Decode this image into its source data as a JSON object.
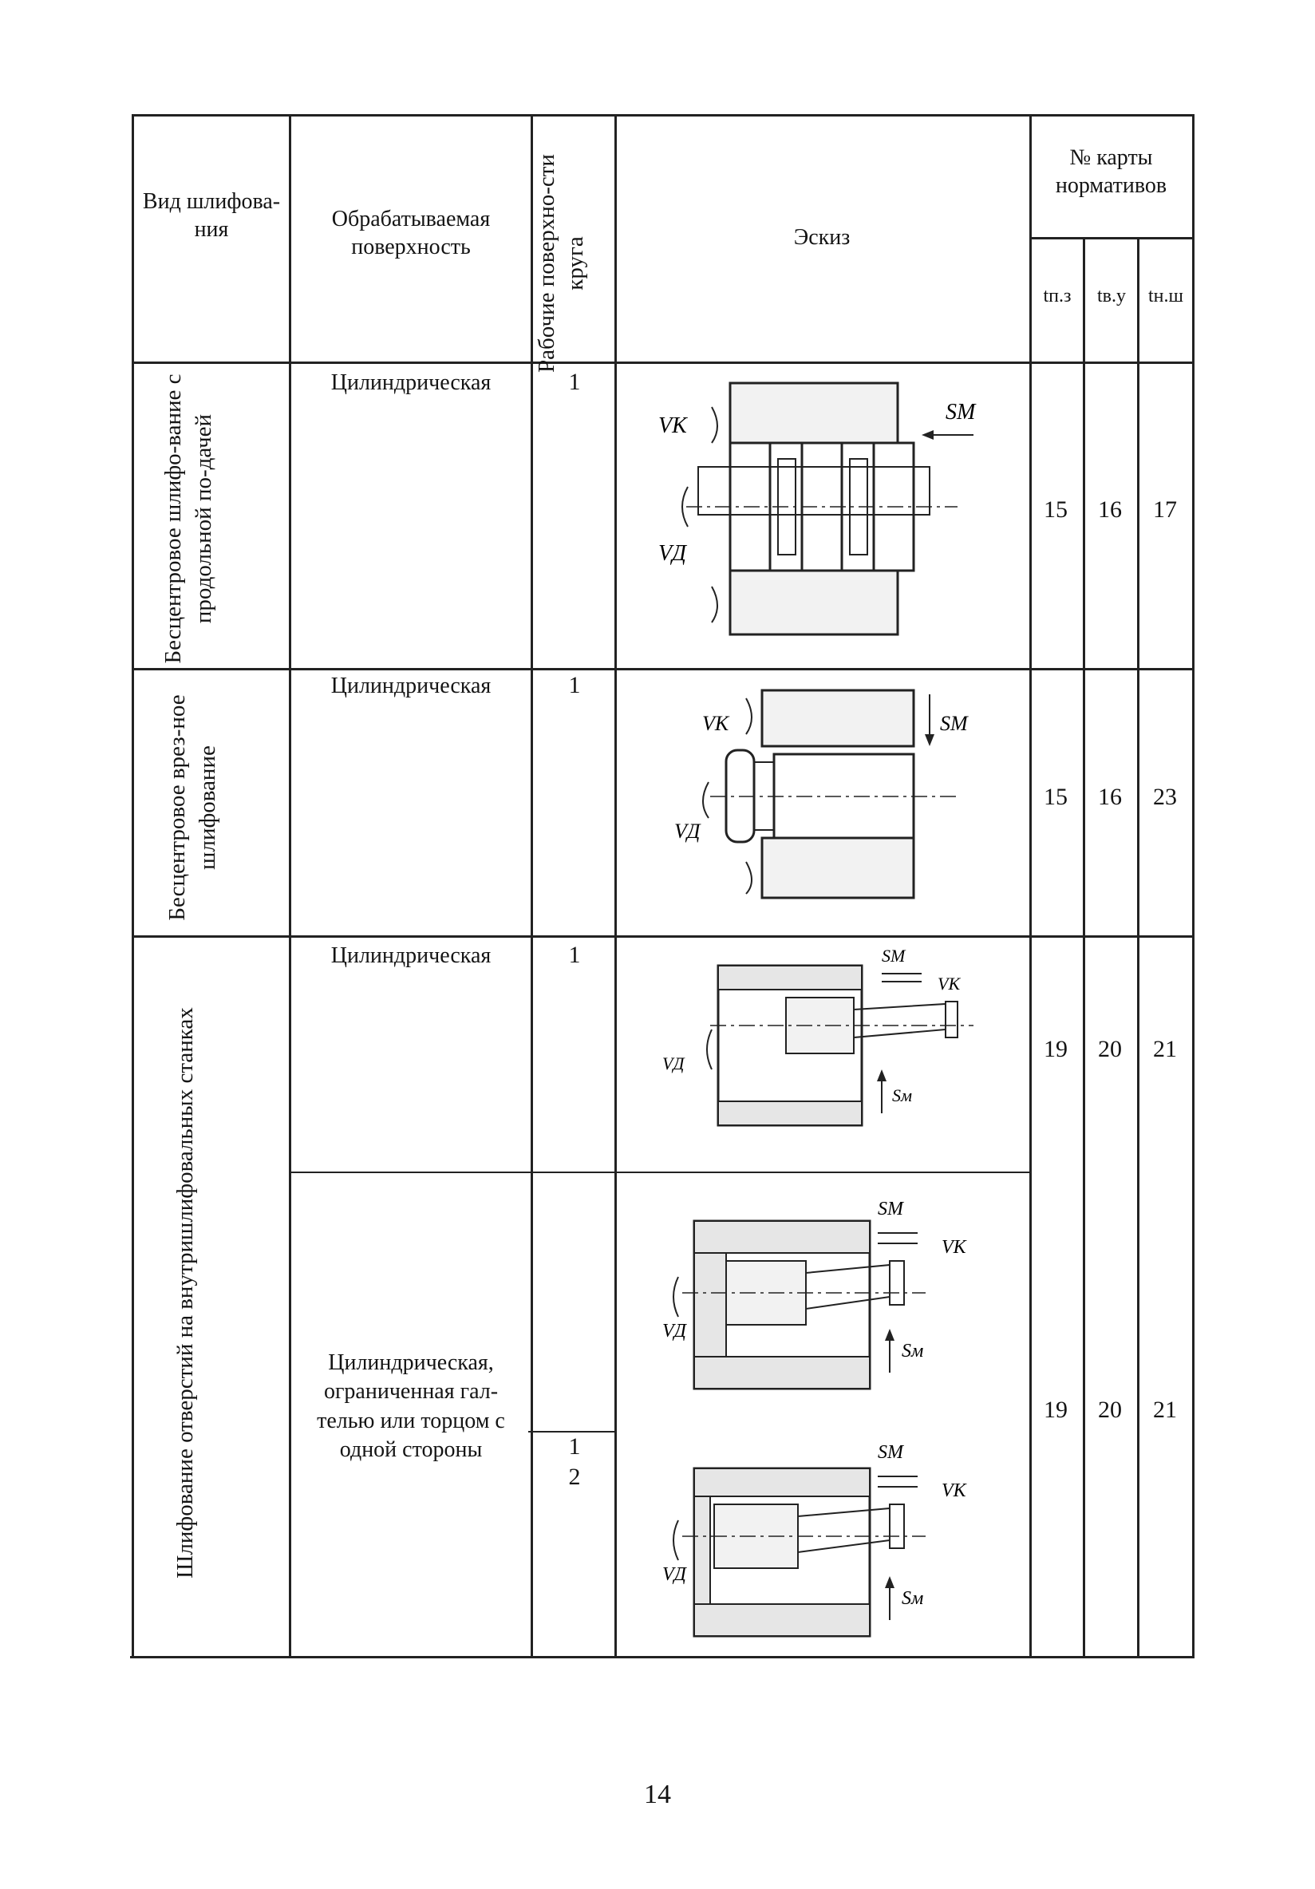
{
  "headers": {
    "type": "Вид шлифова-ния",
    "surface": "Обрабатываемая поверхность",
    "work_surfaces": "Рабочие поверхно-сти круга",
    "sketch": "Эскиз",
    "norm_cards": "№ карты нормативов",
    "sub_cols": [
      "tп.з",
      "tв.у",
      "tн.ш"
    ]
  },
  "rows": [
    {
      "type": "Бесцентровое шлифо-вание с продольной по-дачей",
      "surface": "Цилиндрическая",
      "work": "1",
      "cards": [
        "15",
        "16",
        "17"
      ],
      "sketch_labels": [
        "VК",
        "SМ",
        "VД"
      ]
    },
    {
      "type": "Бесцентровое врез-ное шлифование",
      "surface": "Цилиндрическая",
      "work": "1",
      "cards": [
        "15",
        "16",
        "23"
      ],
      "sketch_labels": [
        "VК",
        "SМ",
        "VД"
      ]
    },
    {
      "type": "Шлифование отверстий на внутришлифовальных станках",
      "surface": "Цилиндрическая",
      "work": "1",
      "cards": [
        "19",
        "20",
        "21"
      ],
      "sketch_labels": [
        "SМ",
        "VК",
        "VД",
        "Sм"
      ]
    },
    {
      "surface": "Цилиндрическая, ограниченная гал-телью или торцом с одной стороны",
      "work": [
        "1",
        "2"
      ],
      "cards": [
        "19",
        "20",
        "21"
      ],
      "sketch_labels": [
        "SМ",
        "VК",
        "VД",
        "Sм",
        "SМ",
        "VК",
        "VД",
        "Sм"
      ]
    }
  ],
  "page_number": "14"
}
